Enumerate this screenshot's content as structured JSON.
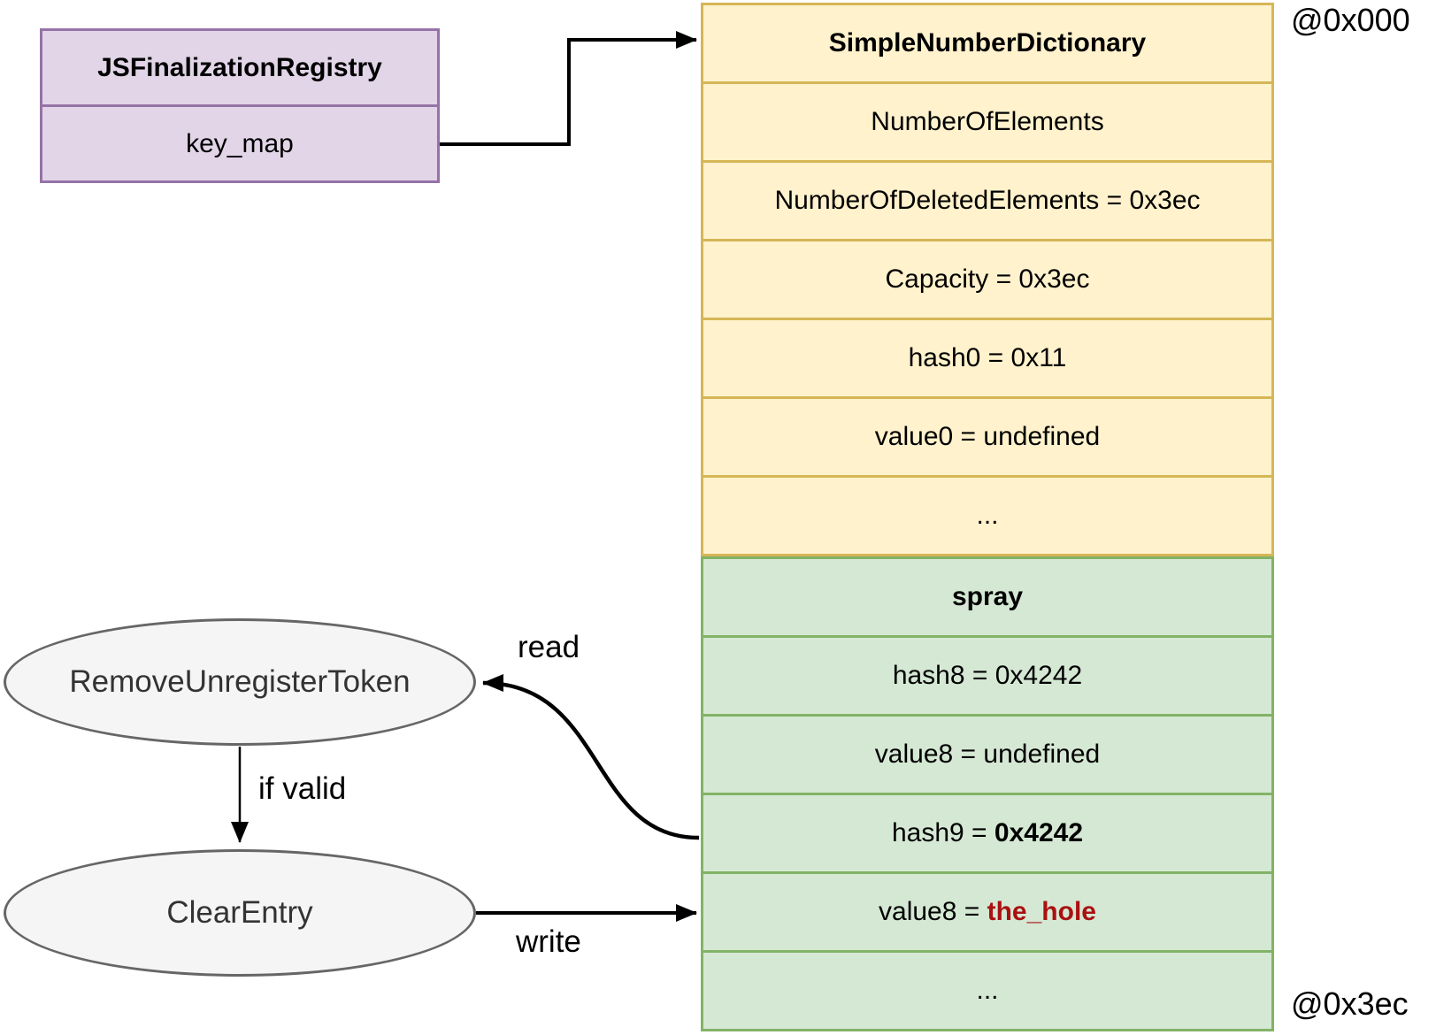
{
  "registry_box": {
    "title": "JSFinalizationRegistry",
    "field": "key_map"
  },
  "dictionary_table": {
    "sections": [
      {
        "name": "dictionary",
        "fill": "#fff2cc",
        "border": "#d6b656",
        "rows": [
          {
            "text": "SimpleNumberDictionary",
            "bold": true
          },
          {
            "text": "NumberOfElements"
          },
          {
            "text": "NumberOfDeletedElements = 0x3ec"
          },
          {
            "text": "Capacity = 0x3ec"
          },
          {
            "text": "hash0 = 0x11"
          },
          {
            "text": "value0 = undefined"
          },
          {
            "text": "..."
          }
        ]
      },
      {
        "name": "spray",
        "fill": "#d5e8d4",
        "border": "#82b366",
        "rows": [
          {
            "text": "spray",
            "bold": true
          },
          {
            "text": "hash8 = 0x4242"
          },
          {
            "text": "value8 = undefined"
          },
          {
            "prefix": "hash9 = ",
            "emphasis": "0x4242",
            "emphasis_color": "#000000"
          },
          {
            "prefix": "value8 = ",
            "emphasis": "the_hole",
            "emphasis_color": "#a91111"
          },
          {
            "text": "..."
          }
        ]
      }
    ]
  },
  "annotations": {
    "top_address": "@0x000",
    "bottom_address": "@0x3ec"
  },
  "flow": {
    "node_remove": "RemoveUnregisterToken",
    "node_clear": "ClearEntry",
    "edge_if_valid": "if valid",
    "edge_read": "read",
    "edge_write": "write"
  },
  "colors": {
    "registry_fill": "#e1d5e7",
    "registry_border": "#9673a6",
    "dictionary_fill": "#fff2cc",
    "dictionary_border": "#d6b656",
    "spray_fill": "#d5e8d4",
    "spray_border": "#82b366",
    "node_fill": "#f5f5f5",
    "node_border": "#666666",
    "hole_text": "#a91111",
    "arrow": "#000000"
  }
}
